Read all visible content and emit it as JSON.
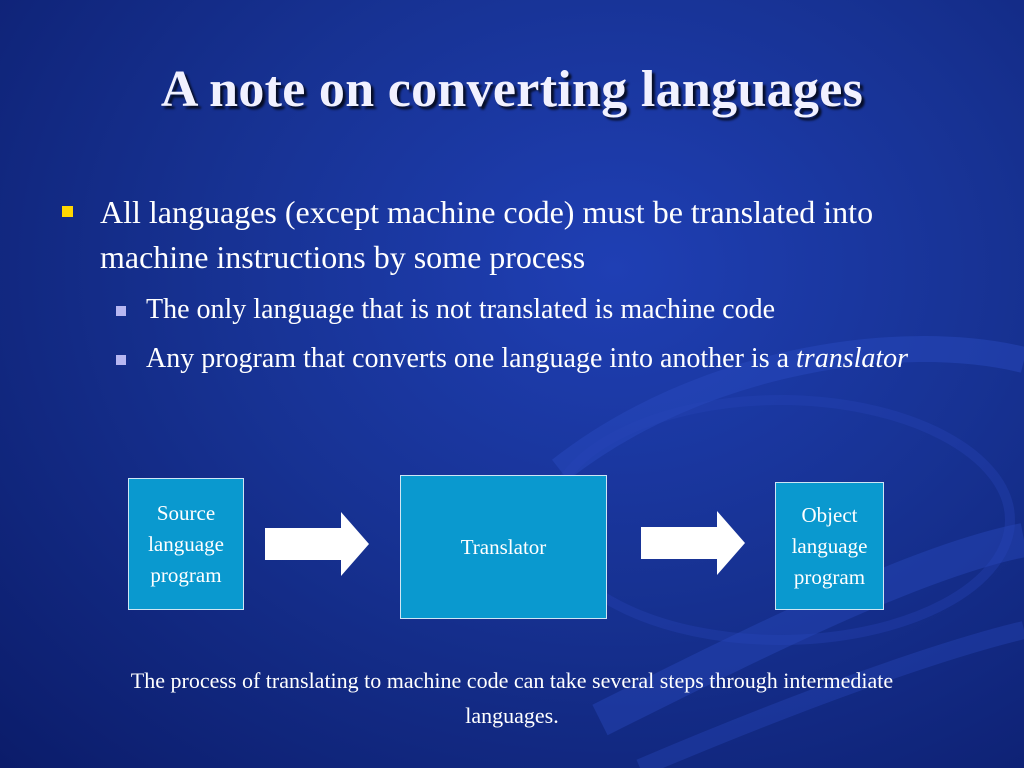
{
  "slide": {
    "title": "A note on converting languages",
    "bullets": [
      {
        "text": "All languages (except machine code) must be translated into machine instructions by some process",
        "sub": [
          {
            "text": "The only language that is not translated is machine code"
          },
          {
            "text_plain": "Any program that converts one language into another is a ",
            "text_italic": "translator"
          }
        ]
      }
    ]
  },
  "diagram": {
    "source_box": "Source language program",
    "translator_box": "Translator",
    "object_box": "Object language program"
  },
  "caption": "The process of  translating to machine code can take several steps through intermediate languages.",
  "colors": {
    "background": "#173293",
    "box_fill": "#0a99cf",
    "bullet_l1": "#ffd700",
    "bullet_l2": "#b7b7f2"
  },
  "icons": {
    "bullet_l1": "square-bullet-icon",
    "bullet_l2": "square-bullet-icon",
    "arrows": "right-arrow-icon"
  }
}
